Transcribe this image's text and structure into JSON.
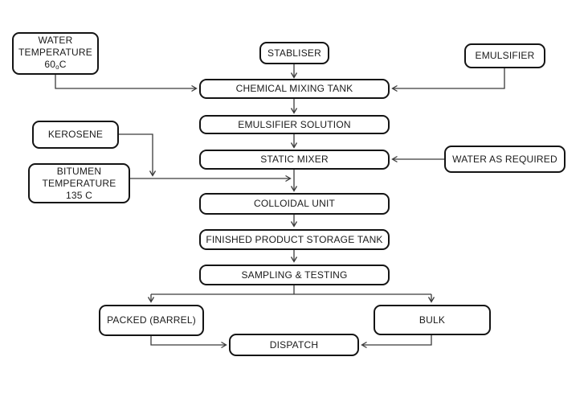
{
  "nodes": {
    "water_temp": {
      "line1": "WATER",
      "line2": "TEMPERATURE",
      "value": "60",
      "value_sub": "o",
      "value_unit": "C"
    },
    "stabliser": {
      "label": "STABLISER"
    },
    "emulsifier": {
      "label": "EMULSIFIER"
    },
    "chemical_mixing_tank": {
      "label": "CHEMICAL MIXING TANK"
    },
    "emulsifier_solution": {
      "label": "EMULSIFIER SOLUTION"
    },
    "kerosene": {
      "label": "KEROSENE"
    },
    "static_mixer": {
      "label": "STATIC MIXER"
    },
    "water_as_required": {
      "label": "WATER AS REQUIRED"
    },
    "bitumen_temp": {
      "line1": "BITUMEN",
      "line2": "TEMPERATURE",
      "line3": "135 C"
    },
    "colloidal_unit": {
      "label": "COLLOIDAL UNIT"
    },
    "finished_product_storage_tank": {
      "label": "FINISHED PRODUCT STORAGE TANK"
    },
    "sampling_testing": {
      "label": "SAMPLING & TESTING"
    },
    "packed_barrel": {
      "label": "PACKED (BARREL)"
    },
    "bulk": {
      "label": "BULK"
    },
    "dispatch": {
      "label": "DISPATCH"
    }
  },
  "colors": {
    "box_border": "#141414",
    "box_fill": "#ffffff",
    "text": "#1a1a1a",
    "connector": "#3a3a3a",
    "background": "#ffffff"
  }
}
